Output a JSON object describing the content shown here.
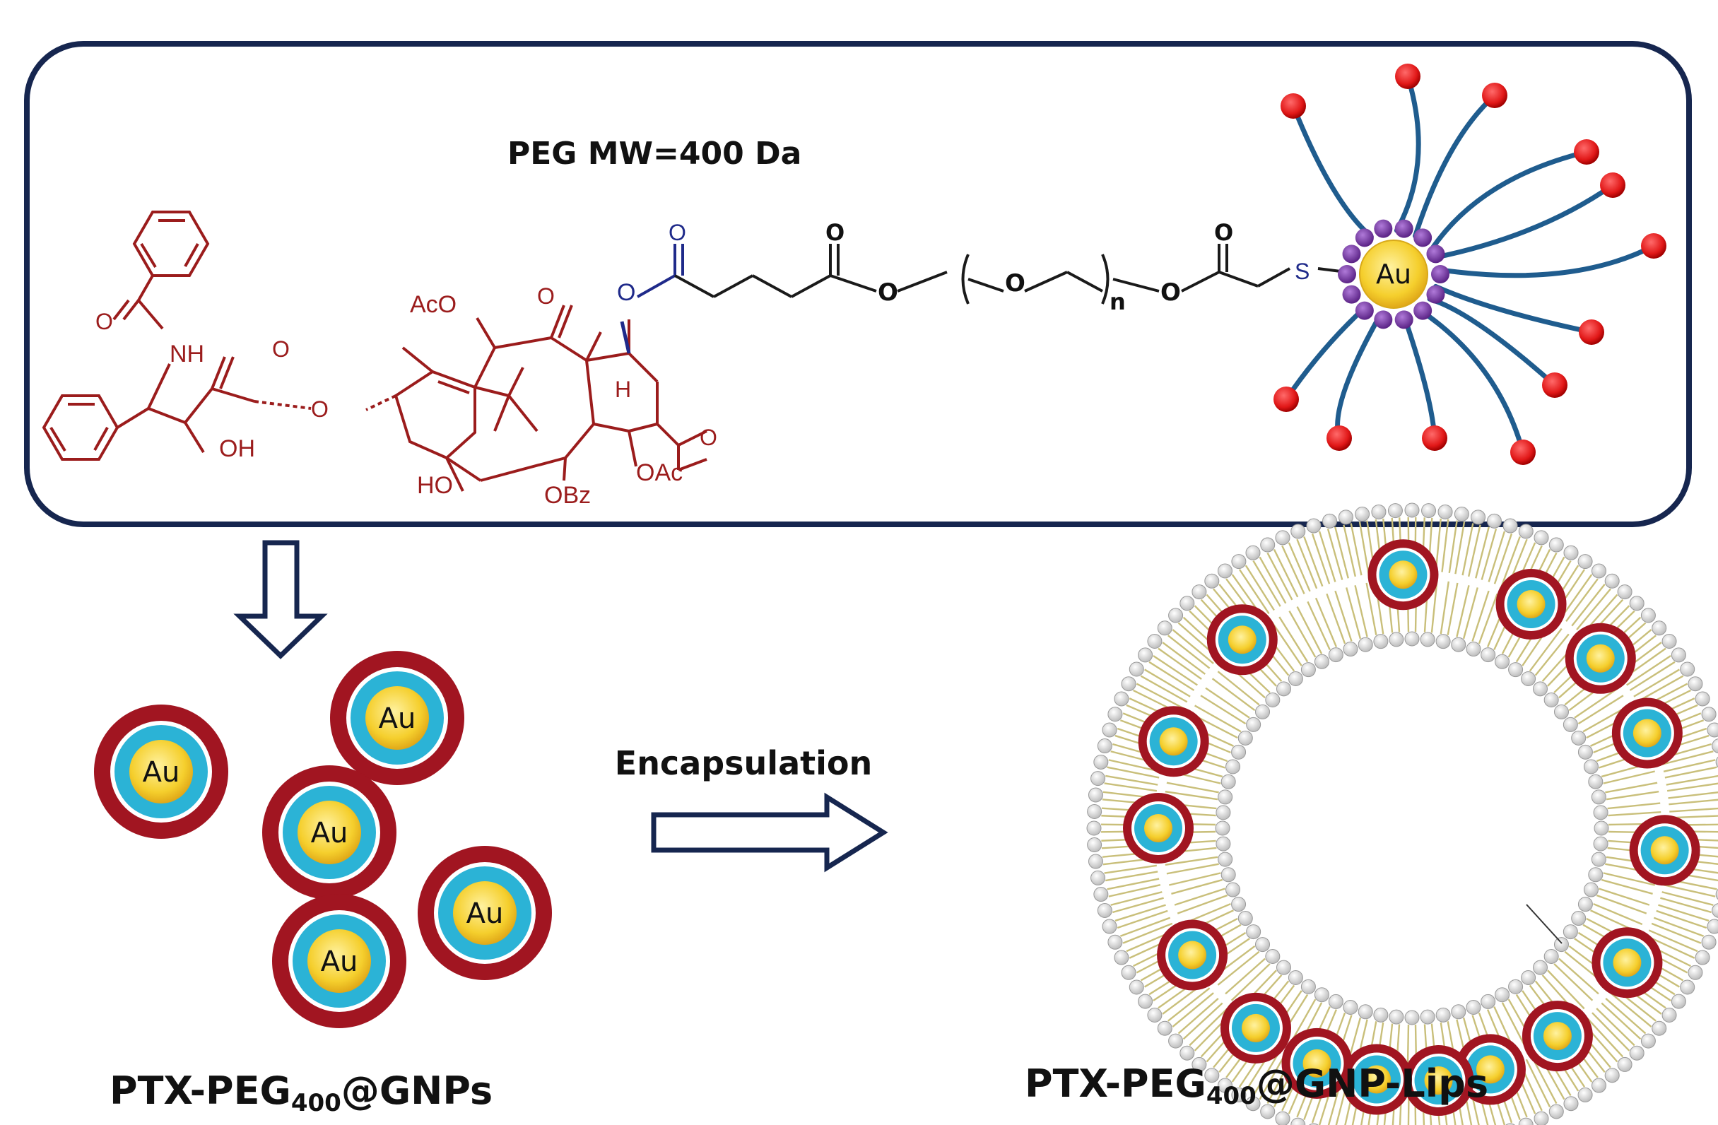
{
  "top_panel": {
    "title": "PEG MW=400 Da",
    "chem_labels": {
      "acetate_top": "AcO",
      "nh": "NH",
      "oh": "OH",
      "ho": "HO",
      "obz": "OBz",
      "oac": "OAc",
      "h": "H",
      "o": "O",
      "n_subscript": "n",
      "sulfur": "S"
    },
    "gold_label": "Au"
  },
  "bottom_left": {
    "caption": "PTX-PEG",
    "caption_sub": "400",
    "caption_suffix": "@GNPs",
    "particle_label": "Au",
    "particle_count": 5
  },
  "arrow_label": "Encapsulation",
  "bottom_right": {
    "caption": "PTX-PEG",
    "caption_sub": "400",
    "caption_suffix": "@GNP-Lips",
    "encapsulated_count": 16
  },
  "colors": {
    "frame": "#16264f",
    "drug": "#9b1c1c",
    "linker": "#1f2a8a",
    "gold": "#f5cf2d",
    "shell_blue": "#2bb3d6",
    "shell_red": "#a11521",
    "peg_strand": "#1f5c8e",
    "ligand_purple": "#6a2f9c",
    "lipid_tail": "#c9bf7a",
    "lipid_head": "#e4e4e4"
  }
}
